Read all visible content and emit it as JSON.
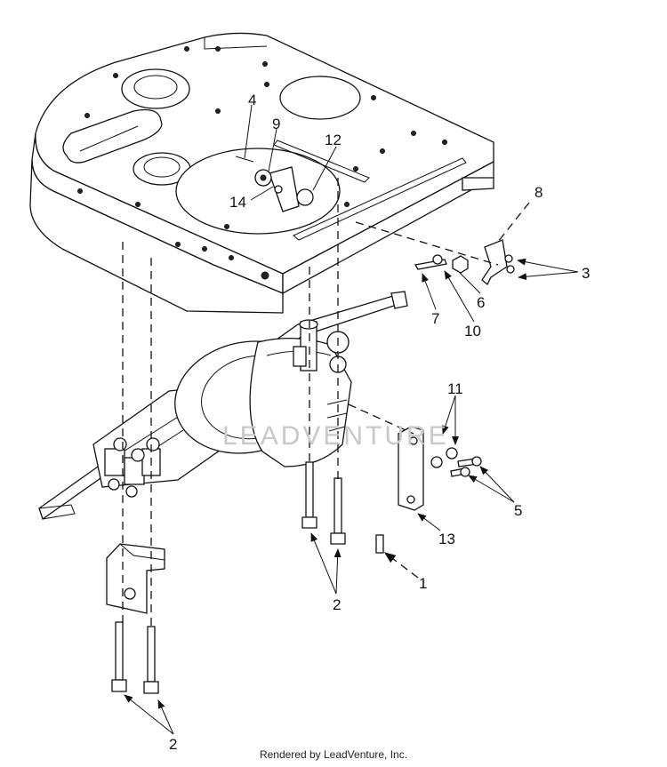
{
  "callouts": {
    "c1": "1",
    "c2a": "2",
    "c2b": "2",
    "c3": "3",
    "c4": "4",
    "c5": "5",
    "c6": "6",
    "c7": "7",
    "c8": "8",
    "c9": "9",
    "c10": "10",
    "c11": "11",
    "c12": "12",
    "c13": "13",
    "c14": "14"
  },
  "watermark": "LEADVENTURE",
  "footer": "Rendered by LeadVenture, Inc."
}
